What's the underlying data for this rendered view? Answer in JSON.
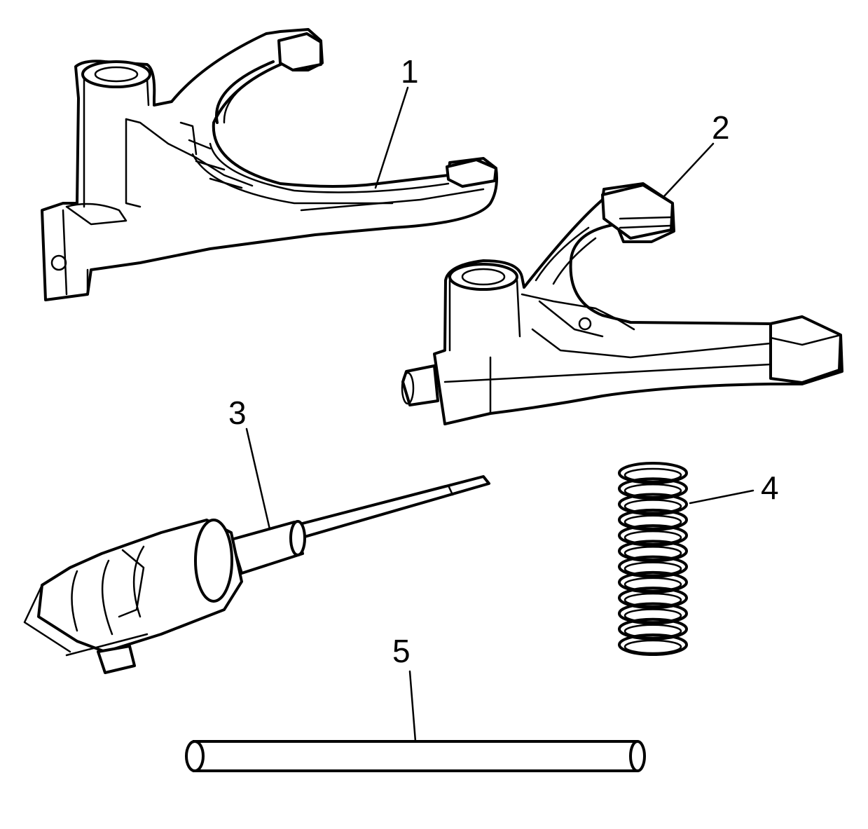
{
  "callouts": [
    {
      "id": 1,
      "label": "1"
    },
    {
      "id": 2,
      "label": "2"
    },
    {
      "id": 3,
      "label": "3"
    },
    {
      "id": 4,
      "label": "4"
    },
    {
      "id": 5,
      "label": "5"
    }
  ],
  "colors": {
    "line": "#000000",
    "background": "#ffffff"
  }
}
